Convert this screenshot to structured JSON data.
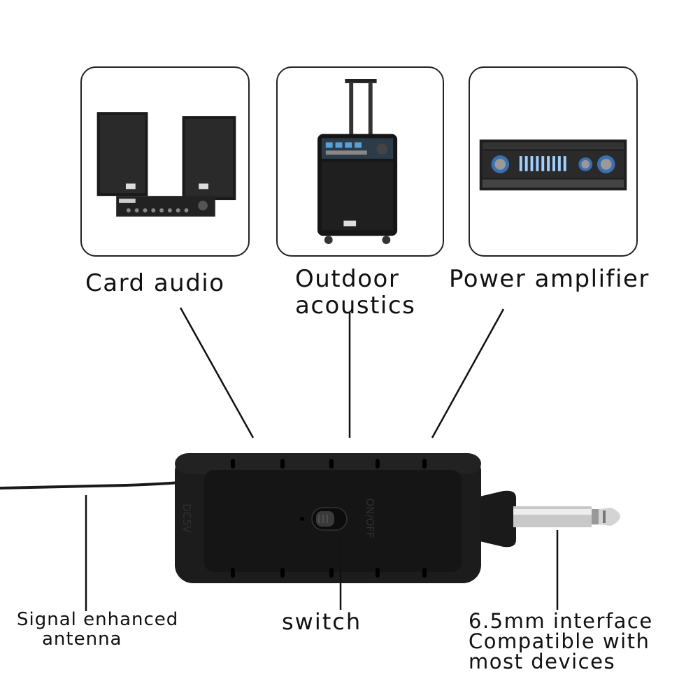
{
  "panels": [
    {
      "name": "card-audio-panel"
    },
    {
      "name": "outdoor-acoustics-panel"
    },
    {
      "name": "power-amplifier-panel"
    }
  ],
  "labels": {
    "card_audio": "Card audio",
    "outdoor_line1": "Outdoor",
    "outdoor_line2": "acoustics",
    "power_amplifier": "Power amplifier",
    "antenna_line1": "Signal enhanced",
    "antenna_line2": "antenna",
    "switch": "switch",
    "interface_line1": "6.5mm interface",
    "interface_line2": "Compatible with",
    "interface_line3": "most devices"
  },
  "device_text": {
    "side_left": "DC5V",
    "side_right": "ON/OFF"
  },
  "colors": {
    "line": "#111111",
    "device_body": "#1c1c1c",
    "jack_metal": "#c8c8c8"
  }
}
